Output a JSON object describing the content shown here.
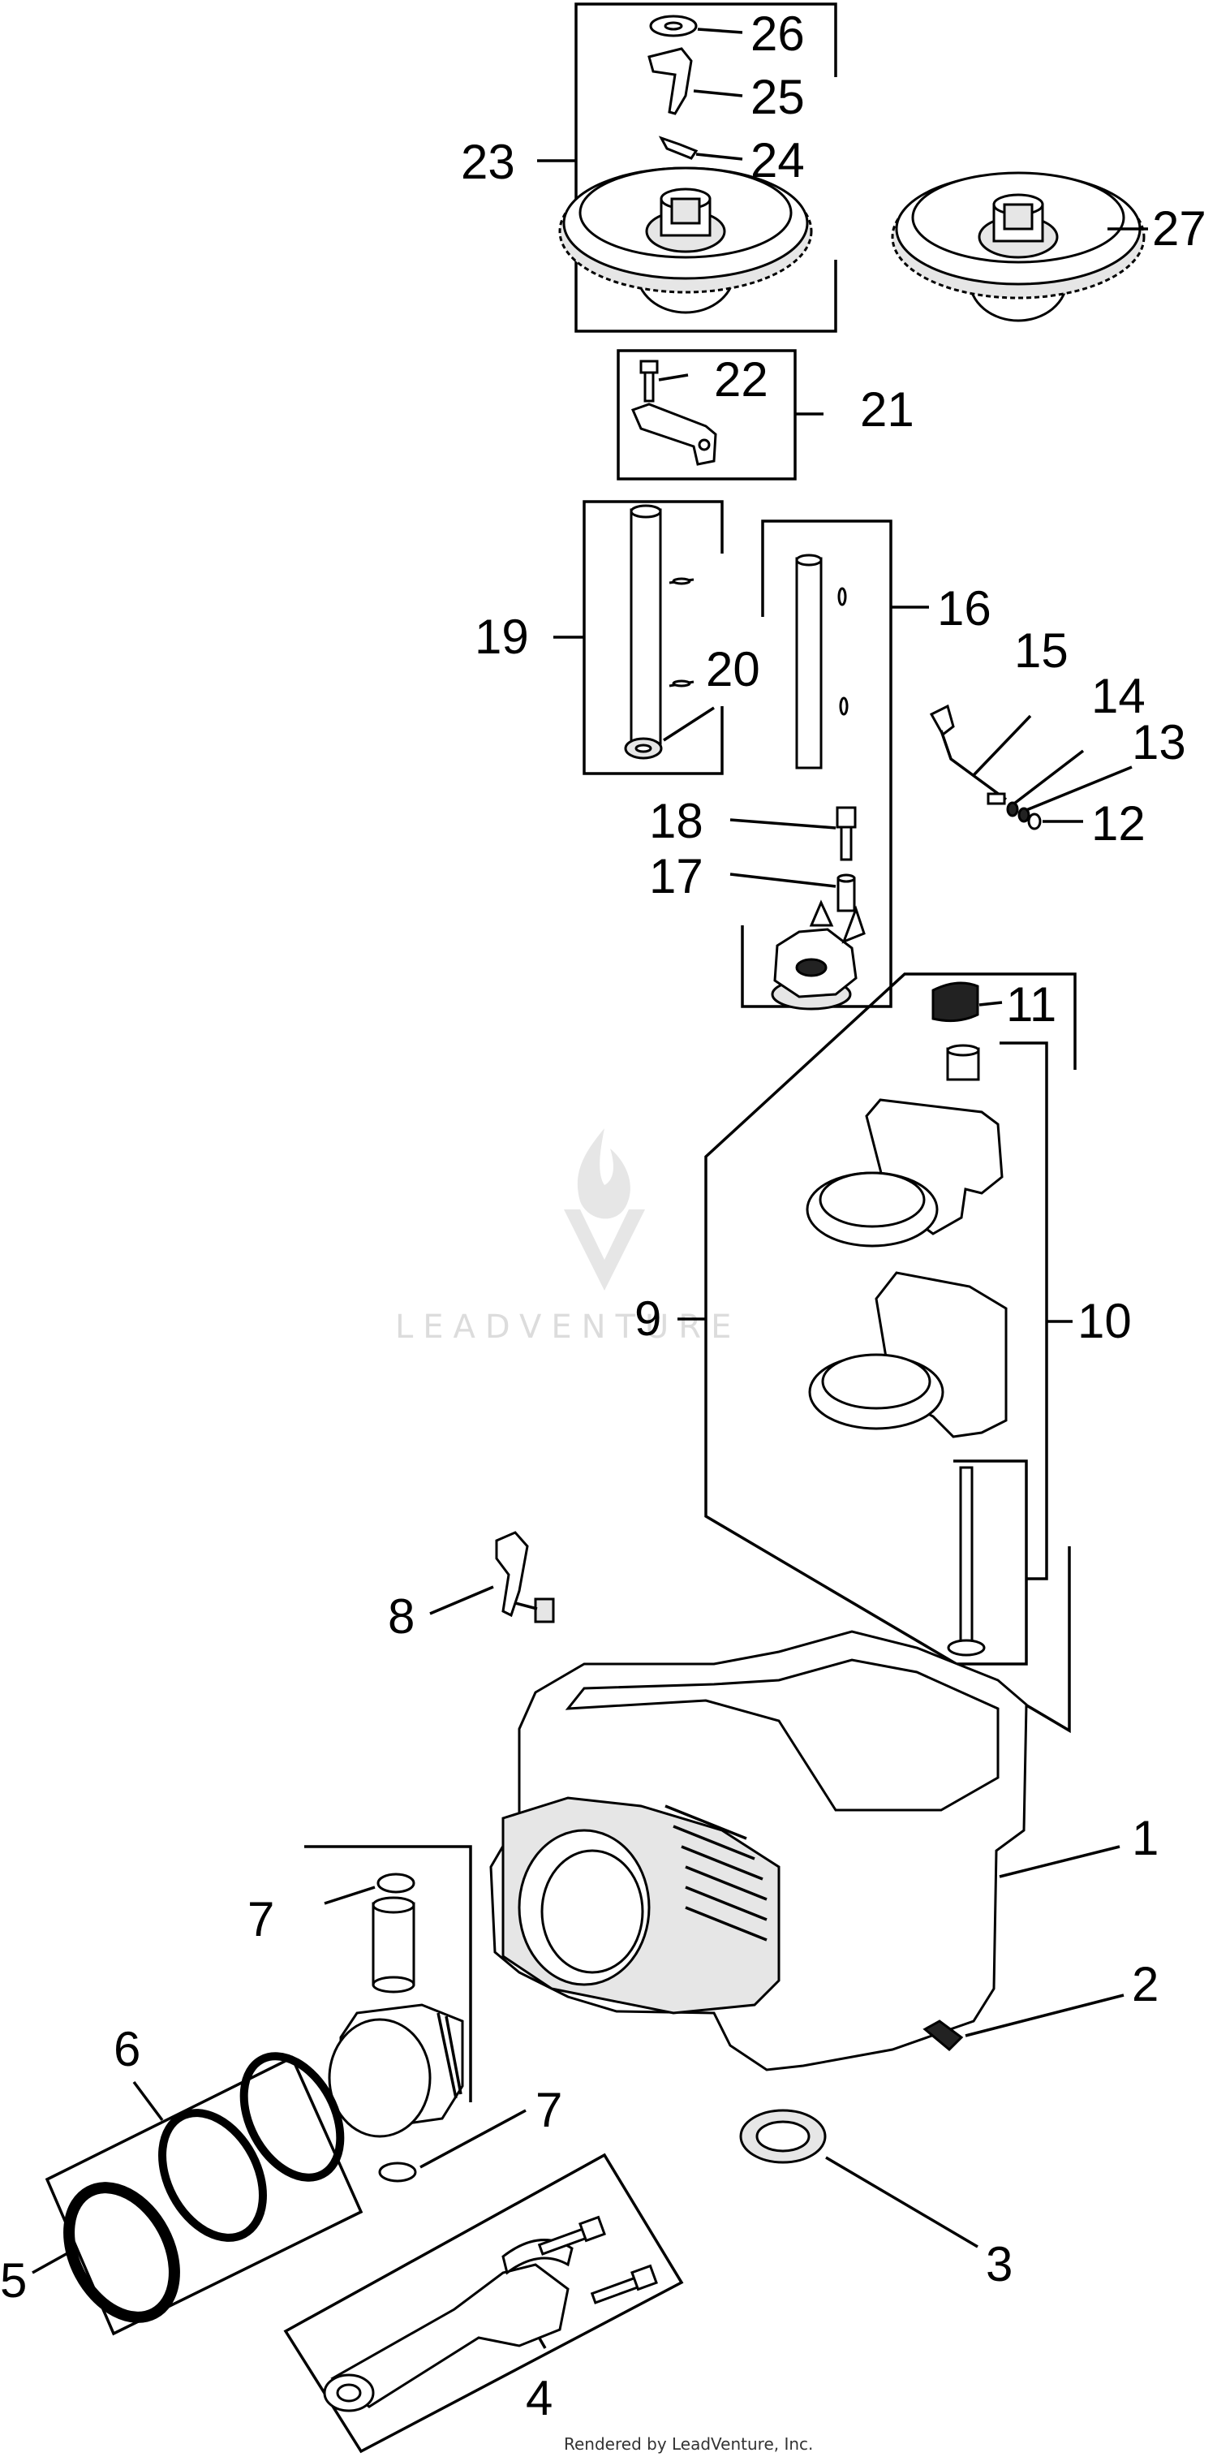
{
  "labels": {
    "l1": "1",
    "l2": "2",
    "l3": "3",
    "l4": "4",
    "l5": "5",
    "l6": "6",
    "l7a": "7",
    "l7b": "7",
    "l8": "8",
    "l9": "9",
    "l10": "10",
    "l11": "11",
    "l12": "12",
    "l13": "13",
    "l14": "14",
    "l15": "15",
    "l16": "16",
    "l17": "17",
    "l18": "18",
    "l19": "19",
    "l20": "20",
    "l21": "21",
    "l22": "22",
    "l23": "23",
    "l24": "24",
    "l25": "25",
    "l26": "26",
    "l27": "27"
  },
  "watermark": {
    "text": "LEADVENTURE",
    "icon": "flame-chevron-logo"
  },
  "credit": "Rendered by LeadVenture, Inc."
}
